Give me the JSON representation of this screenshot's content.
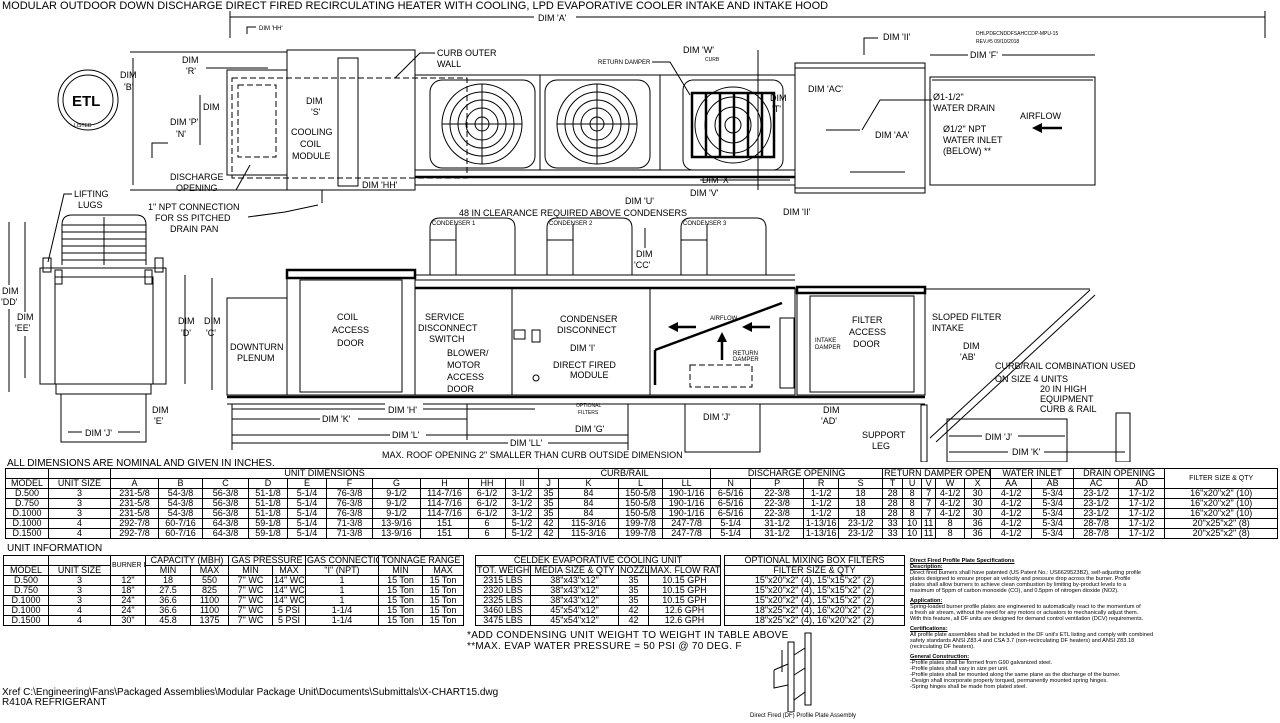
{
  "title": "MODULAR OUTDOOR DOWN DISCHARGE DIRECT FIRED RECIRCULATING HEATER WITH COOLING, LPD EVAPORATIVE COOLER INTAKE AND INTAKE HOOD",
  "drawing": {
    "dim_a": "DIM 'A'",
    "dim_hh": "DIM 'HH'",
    "dim_b": [
      "DIM",
      "'B'"
    ],
    "dim_r": [
      "DIM",
      "'R'"
    ],
    "dim_p": [
      "DIM",
      "DIM 'P'",
      "'N'"
    ],
    "dim_s": [
      "DIM",
      "'S'"
    ],
    "cooling_coil_module": [
      "COOLING",
      "COIL",
      "MODULE"
    ],
    "discharge_opening": [
      "DISCHARGE",
      "OPENING"
    ],
    "curb_outer_wall": [
      "CURB OUTER",
      "WALL"
    ],
    "return_damper_top": "RETURN DAMPER",
    "dim_w": "DIM 'W'",
    "curb": "CURB",
    "dim_hh_2": "DIM 'HH'",
    "dim_u": "DIM 'U'",
    "dim_x": "DIM 'X'",
    "dim_v": "DIM 'V'",
    "dim_ii_bottom": "DIM 'II'",
    "dim_ii_top": "DIM 'II'",
    "dim_ac": "DIM 'AC'",
    "dim_t": [
      "DIM",
      "'T'"
    ],
    "water_drain": [
      "Ø1-1/2\"",
      "WATER DRAIN"
    ],
    "water_inlet": [
      "Ø1/2\" NPT",
      "WATER INLET",
      "(BELOW) **"
    ],
    "airflow_top": "AIRFLOW",
    "dim_aa": "DIM 'AA'",
    "dim_f": "DIM 'F'",
    "drawing_id": [
      "DHLPDECNDDFSAHCCDP-MPU-15",
      "REV.#5  09/10/2018"
    ],
    "etl_logo": [
      "ETL",
      "LISTED"
    ],
    "lifting_lugs": [
      "LIFTING",
      "LUGS"
    ],
    "npt_connection": [
      "1\" NPT CONNECTION",
      "FOR SS PITCHED",
      "DRAIN PAN"
    ],
    "clearance": "48 IN CLEARANCE REQUIRED ABOVE CONDENSERS",
    "condensers": [
      "CONDENSER 1",
      "CONDENSER 2",
      "CONDENSER 3"
    ],
    "dim_cc": [
      "DIM",
      "'CC'"
    ],
    "dim_dd": [
      "DIM",
      "'DD'"
    ],
    "dim_ee": [
      "DIM",
      "'EE'"
    ],
    "dim_d": [
      "DIM",
      "'D'"
    ],
    "dim_c": [
      "DIM",
      "'C'"
    ],
    "downturn_plenum": [
      "DOWNTURN",
      "PLENUM"
    ],
    "coil_access_door": [
      "COIL",
      "ACCESS",
      "DOOR"
    ],
    "service_disconnect": [
      "SERVICE",
      "DISCONNECT",
      "SWITCH"
    ],
    "blower_door": [
      "BLOWER/",
      "MOTOR",
      "ACCESS",
      "DOOR"
    ],
    "condenser_disconnect": [
      "CONDENSER",
      "DISCONNECT"
    ],
    "dim_i": "DIM 'I'",
    "direct_fired_module": [
      "DIRECT FIRED",
      "MODULE"
    ],
    "airflow_side": "AIRFLOW",
    "return_damper_side": [
      "RETURN",
      "DAMPER"
    ],
    "intake_damper": [
      "INTAKE",
      "DAMPER"
    ],
    "filter_access_door": [
      "FILTER",
      "ACCESS",
      "DOOR"
    ],
    "sloped_filter_intake": [
      "SLOPED FILTER",
      "INTAKE"
    ],
    "dim_ab": [
      "DIM",
      "'AB'"
    ],
    "curb_rail_combo": [
      "CURB/RAIL COMBINATION USED",
      "ON SIZE 4 UNITS"
    ],
    "equipment_curb": [
      "20 IN HIGH",
      "EQUIPMENT",
      "CURB & RAIL"
    ],
    "dim_j_curb": "DIM 'J'",
    "dim_k_curb": "DIM 'K'",
    "support_leg": [
      "SUPPORT",
      "LEG"
    ],
    "dim_ad": [
      "DIM",
      "'AD'"
    ],
    "dim_j_side": "DIM 'J'",
    "optional_filters": [
      "OPTIONAL",
      "FILTERS"
    ],
    "dim_g": "DIM 'G'",
    "dim_h": "DIM 'H'",
    "dim_k": "DIM 'K'",
    "dim_l": "DIM 'L'",
    "dim_ll": "DIM 'LL'",
    "roof_opening": "MAX. ROOF OPENING 2\" SMALLER THAN CURB OUTSIDE DIMENSION",
    "dim_j_end": "DIM 'J'",
    "dim_e": [
      "DIM",
      "'E'"
    ],
    "profile_plate_caption": "Direct Fired (DF) Profile Plate Assembly"
  },
  "dimensions_caption": "ALL DIMENSIONS ARE NOMINAL AND GIVEN IN INCHES.",
  "dimensions_table": {
    "header_rows": [
      [
        {
          "text": "",
          "span": 1
        },
        {
          "text": "",
          "span": 1
        },
        {
          "text": "UNIT DIMENSIONS",
          "span": 10
        },
        {
          "text": "CURB/RAIL",
          "span": 4
        },
        {
          "text": "DISCHARGE OPENING",
          "span": 4
        },
        {
          "text": "RETURN DAMPER OPENING",
          "span": 5
        },
        {
          "text": "WATER INLET",
          "span": 2
        },
        {
          "text": "DRAIN OPENING",
          "span": 2
        },
        {
          "text": "FILTER SIZE & QTY",
          "span": 1,
          "rowspan": 2
        }
      ],
      [
        {
          "text": "MODEL"
        },
        {
          "text": "UNIT SIZE"
        },
        {
          "text": "A"
        },
        {
          "text": "B"
        },
        {
          "text": "C"
        },
        {
          "text": "D"
        },
        {
          "text": "E"
        },
        {
          "text": "F"
        },
        {
          "text": "G"
        },
        {
          "text": "H"
        },
        {
          "text": "HH"
        },
        {
          "text": "II"
        },
        {
          "text": "J"
        },
        {
          "text": "K"
        },
        {
          "text": "L"
        },
        {
          "text": "LL"
        },
        {
          "text": "N"
        },
        {
          "text": "P"
        },
        {
          "text": "R"
        },
        {
          "text": "S"
        },
        {
          "text": "T"
        },
        {
          "text": "U"
        },
        {
          "text": "V"
        },
        {
          "text": "W"
        },
        {
          "text": "X"
        },
        {
          "text": "AA"
        },
        {
          "text": "AB"
        },
        {
          "text": "AC"
        },
        {
          "text": "AD"
        }
      ]
    ],
    "rows": [
      [
        "D.500",
        "3",
        "231-5/8",
        "54-3/8",
        "56-3/8",
        "51-1/8",
        "5-1/4",
        "76-3/8",
        "9-1/2",
        "114-7/16",
        "6-1/2",
        "3-1/2",
        "35",
        "84",
        "150-5/8",
        "190-1/16",
        "6-5/16",
        "22-3/8",
        "1-1/2",
        "18",
        "28",
        "8",
        "7",
        "4-1/2",
        "30",
        "4-1/2",
        "5-3/4",
        "23-1/2",
        "17-1/2",
        "16\"x20\"x2\"  (10)"
      ],
      [
        "D.750",
        "3",
        "231-5/8",
        "54-3/8",
        "56-3/8",
        "51-1/8",
        "5-1/4",
        "76-3/8",
        "9-1/2",
        "114-7/16",
        "6-1/2",
        "3-1/2",
        "35",
        "84",
        "150-5/8",
        "190-1/16",
        "6-5/16",
        "22-3/8",
        "1-1/2",
        "18",
        "28",
        "8",
        "7",
        "4-1/2",
        "30",
        "4-1/2",
        "5-3/4",
        "23-1/2",
        "17-1/2",
        "16\"x20\"x2\"  (10)"
      ],
      [
        "D.1000",
        "3",
        "231-5/8",
        "54-3/8",
        "56-3/8",
        "51-1/8",
        "5-1/4",
        "76-3/8",
        "9-1/2",
        "114-7/16",
        "6-1/2",
        "3-1/2",
        "35",
        "84",
        "150-5/8",
        "190-1/16",
        "6-5/16",
        "22-3/8",
        "1-1/2",
        "18",
        "28",
        "8",
        "7",
        "4-1/2",
        "30",
        "4-1/2",
        "5-3/4",
        "23-1/2",
        "17-1/2",
        "16\"x20\"x2\"  (10)"
      ],
      [
        "D.1000",
        "4",
        "292-7/8",
        "60-7/16",
        "64-3/8",
        "59-1/8",
        "5-1/4",
        "71-3/8",
        "13-9/16",
        "151",
        "6",
        "5-1/2",
        "42",
        "115-3/16",
        "199-7/8",
        "247-7/8",
        "5-1/4",
        "31-1/2",
        "1-13/16",
        "23-1/2",
        "33",
        "10",
        "11",
        "8",
        "36",
        "4-1/2",
        "5-3/4",
        "28-7/8",
        "17-1/2",
        "20\"x25\"x2\"  (8)"
      ],
      [
        "D.1500",
        "4",
        "292-7/8",
        "60-7/16",
        "64-3/8",
        "59-1/8",
        "5-1/4",
        "71-3/8",
        "13-9/16",
        "151",
        "6",
        "5-1/2",
        "42",
        "115-3/16",
        "199-7/8",
        "247-7/8",
        "5-1/4",
        "31-1/2",
        "1-13/16",
        "23-1/2",
        "33",
        "10",
        "11",
        "8",
        "36",
        "4-1/2",
        "5-3/4",
        "28-7/8",
        "17-1/2",
        "20\"x25\"x2\"  (8)"
      ]
    ]
  },
  "unit_info_caption": "UNIT INFORMATION",
  "unit_info_table": {
    "header_rows": [
      [
        {
          "text": "",
          "span": 1
        },
        {
          "text": "",
          "span": 1
        },
        {
          "text": "BURNER LENGTH",
          "span": 1,
          "rowspan": 2
        },
        {
          "text": "CAPACITY (MBH)",
          "span": 2
        },
        {
          "text": "GAS PRESSURE",
          "span": 2
        },
        {
          "text": "GAS CONNECTION",
          "span": 1
        },
        {
          "text": "TONNAGE RANGE",
          "span": 2
        }
      ],
      [
        {
          "text": "MODEL"
        },
        {
          "text": "UNIT SIZE"
        },
        {
          "text": "MIN"
        },
        {
          "text": "MAX"
        },
        {
          "text": "MIN"
        },
        {
          "text": "MAX"
        },
        {
          "text": "\"I\" (NPT)"
        },
        {
          "text": "MIN"
        },
        {
          "text": "MAX"
        }
      ]
    ],
    "rows": [
      [
        "D.500",
        "3",
        "12\"",
        "18",
        "550",
        "7\" WC",
        "14\" WC",
        "1",
        "15 Ton",
        "15 Ton"
      ],
      [
        "D.750",
        "3",
        "18\"",
        "27.5",
        "825",
        "7\" WC",
        "14\" WC",
        "1",
        "15 Ton",
        "15 Ton"
      ],
      [
        "D.1000",
        "3",
        "24\"",
        "36.6",
        "1100",
        "7\" WC",
        "14\" WC",
        "1",
        "15 Ton",
        "15 Ton"
      ],
      [
        "D.1000",
        "4",
        "24\"",
        "36.6",
        "1100",
        "7\" WC",
        "5 PSI",
        "1-1/4",
        "15 Ton",
        "15 Ton"
      ],
      [
        "D.1500",
        "4",
        "30\"",
        "45.8",
        "1375",
        "7\" WC",
        "5 PSI",
        "1-1/4",
        "15 Ton",
        "15 Ton"
      ]
    ]
  },
  "celdek_table": {
    "header_rows": [
      [
        {
          "text": "CELDEK EVAPORATIVE COOLING UNIT",
          "span": 4
        }
      ],
      [
        {
          "text": "TOT. WEIGHT"
        },
        {
          "text": "MEDIA SIZE & QTY"
        },
        {
          "text": "NOZZLES"
        },
        {
          "text": "MAX. FLOW RATE"
        }
      ]
    ],
    "rows": [
      [
        "2315 LBS",
        "38\"x43\"x12\"",
        "35",
        "10.15 GPH"
      ],
      [
        "2320 LBS",
        "38\"x43\"x12\"",
        "35",
        "10.15 GPH"
      ],
      [
        "2325 LBS",
        "38\"x43\"x12\"",
        "35",
        "10.15 GPH"
      ],
      [
        "3460 LBS",
        "45\"x54\"x12\"",
        "42",
        "12.6 GPH"
      ],
      [
        "3475 LBS",
        "45\"x54\"x12\"",
        "42",
        "12.6 GPH"
      ]
    ]
  },
  "mixing_box_table": {
    "header_rows": [
      [
        {
          "text": "OPTIONAL MIXING BOX FILTERS",
          "span": 1
        }
      ],
      [
        {
          "text": "FILTER SIZE & QTY"
        }
      ]
    ],
    "rows": [
      [
        "15\"x20\"x2\" (4), 15\"x15\"x2\" (2)"
      ],
      [
        "15\"x20\"x2\" (4), 15\"x15\"x2\" (2)"
      ],
      [
        "15\"x20\"x2\" (4), 15\"x15\"x2\" (2)"
      ],
      [
        "18\"x25\"x2\" (4), 16\"x20\"x2\" (2)"
      ],
      [
        "18\"x25\"x2\" (4), 16\"x20\"x2\" (2)"
      ]
    ]
  },
  "notes": [
    "*ADD CONDENSING UNIT WEIGHT TO WEIGHT IN TABLE ABOVE",
    "**MAX. EVAP WATER PRESSURE = 50 PSI @ 70 DEG. F"
  ],
  "specs": {
    "title": "Direct Fired Profile Plate Specifications",
    "sections": [
      {
        "heading": "Description:",
        "lines": [
          "Direct fired burners shall have patented (US Patent No.: US6629523B2), self-adjusting profile",
          "plates designed to ensure proper air velocity and pressure drop across the burner. Profile",
          "plates shall allow burners to achieve clean combustion by limiting by-product levels to a",
          "maximum of 5ppm of carbon monoxide (CO), and 0.5ppm of nitrogen dioxide (NO2)."
        ]
      },
      {
        "heading": "Application:",
        "lines": [
          "Spring-loaded burner profile plates are engineered to automatically react to the momentum of",
          "a fresh air stream, without the need for any motors or actuators to mechanically adjust them.",
          "With this feature, all DF units are designed for demand control ventilation (DCV) requirements."
        ]
      },
      {
        "heading": "Certifications:",
        "lines": [
          "All profile plate assemblies shall be included in the DF unit's ETL listing and comply with combined",
          "safety standards ANSI Z83.4 and CSA 3.7 (non-recirculating DF heaters) and ANSI Z83.18",
          "(recirculating DF heaters)."
        ]
      },
      {
        "heading": "General Construction:",
        "lines": [
          "-Profile plates shall be formed from G90 galvanized steel.",
          "-Profile plates shall vary in size per unit.",
          "-Profile plates shall be mounted along the same plane as the discharge of the burner.",
          "-Design shall incorporate properly torqued, permanently mounted spring hinges.",
          "-Spring hinges shall be made from plated steel."
        ]
      }
    ]
  },
  "footer": {
    "xref": "Xref C:\\Engineering\\Fans\\Packaged Assemblies\\Modular Package Unit\\Documents\\Submittals\\X-CHART15.dwg",
    "refrigerant": "R410A REFRIGERANT"
  }
}
